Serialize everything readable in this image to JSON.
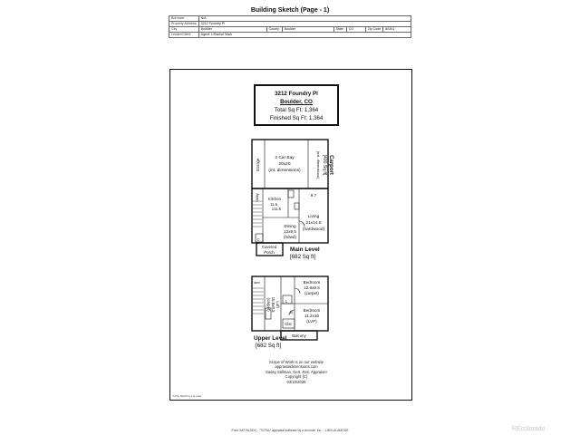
{
  "page_title": "Building Sketch (Page - 1)",
  "header": {
    "borrower_label": "Borrower",
    "borrower": "N/A",
    "property_label": "Property Address",
    "property": "3212 Foundry Pl",
    "city_label": "City",
    "city": "Boulder",
    "county_label": "County",
    "county": "Boulder",
    "state_label": "State",
    "state": "CO",
    "zip_label": "Zip Code",
    "zip": "80301",
    "lender_label": "Lender/Client",
    "lender": "Agent: L/Rachel Mark"
  },
  "address_box": {
    "line1": "3212 Foundry Pl",
    "line2": "Boulder, CO",
    "line3": "Total Sq Ft: 1,364",
    "line4": "Finished Sq Ft: 1,364"
  },
  "main_level": {
    "title": "Main Level",
    "sqft": "[682 Sq ft]",
    "carport_title": "Carport",
    "carport_sqft": "[400 Sq ft]",
    "carport_dims": "(ext. dimensions)",
    "garage_label": "2 Car Bay",
    "garage_dims": "20x20",
    "garage_note": "(int. dimensions)",
    "storage": "Storage",
    "utility": "Utility",
    "kitchen": "Kitchen",
    "kitchen_dims": "11.6",
    "kitchen_dims2": "x11.5",
    "dining": "Dining",
    "dining_dims": "12x9.5",
    "dining_floor": "(hdwd)",
    "living": "Living",
    "living_dims": "21x14.8",
    "living_floor": "(hardwood)",
    "dim_97": "9.7",
    "covered_porch_1": "Covered",
    "covered_porch_2": "Porch",
    "c_label": "C"
  },
  "upper_level": {
    "title": "Upper Level",
    "sqft": "[682 Sq ft]",
    "bedroom1": "Bedroom",
    "bedroom1_dims": "12.8x9.5",
    "bedroom1_floor": "(carpet)",
    "bedroom2": "Bedroom",
    "bedroom2_dims": "11.2x10",
    "bedroom2_floor": "(LVP)",
    "loft": "Loft",
    "loft_dims": "15.8x8.3",
    "loft_floor": "(carpet)",
    "clst": "Clst",
    "balcony": "Balcony",
    "dwn": "dwn",
    "l_label": "L",
    "b_label": "B"
  },
  "scope": {
    "line1": "Scope of Work is on our website",
    "line2": "appraisaldimensions.com",
    "line3": "Sadey Stillman, Cert. Res. Appraiser",
    "line4": "Copyright (C)",
    "line5": "03/10/2026"
  },
  "small_note": "TOTAL Sketch by a la mode",
  "footer": "Form SKT.BLDDG - \"TOTAL\" appraisal software by a la mode, inc. - 1-800-ALAMODE",
  "watermark": "REcolorado"
}
